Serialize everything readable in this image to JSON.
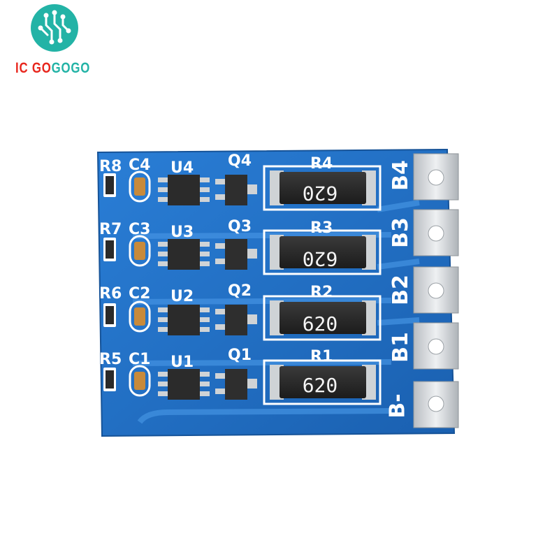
{
  "brand": {
    "ic": "IC",
    "go": " GO",
    "gogo": "GOGO"
  },
  "pcb": {
    "resistor_labels": [
      "R8",
      "R7",
      "R6",
      "R5"
    ],
    "capacitor_labels": [
      "C4",
      "C3",
      "C2",
      "C1"
    ],
    "ic_labels": [
      "U4",
      "U3",
      "U2",
      "U1"
    ],
    "transistor_labels": [
      "Q4",
      "Q3",
      "Q2",
      "Q1"
    ],
    "shunt_labels": [
      "R4",
      "R3",
      "R2",
      "R1"
    ],
    "shunt_markings": [
      "620",
      "620",
      "620",
      "620"
    ],
    "pad_labels": [
      "B4",
      "B3",
      "B2",
      "B1",
      "B-"
    ]
  },
  "colors": {
    "pcb_blue": "#1f6fc4",
    "silkscreen": "#ffffff",
    "pad_silver": "#d4d7da",
    "logo_teal": "#23b3a6",
    "logo_red": "#e8261d"
  }
}
